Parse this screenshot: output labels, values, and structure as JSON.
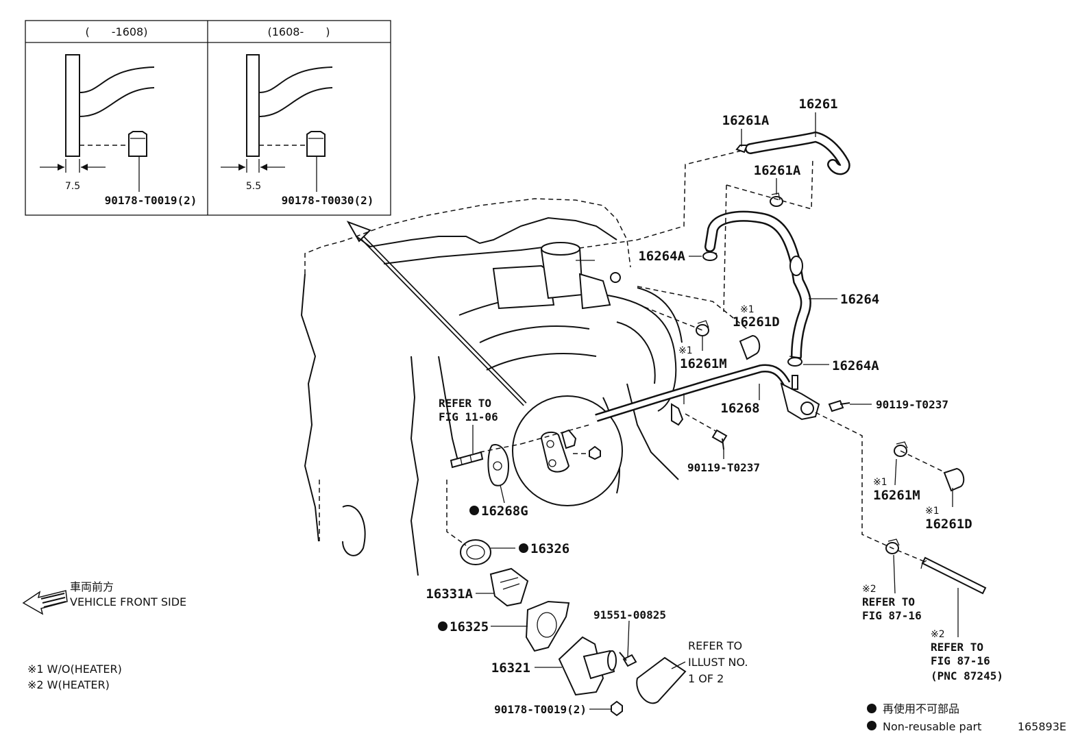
{
  "inset": {
    "left_header": "(　　-1608)",
    "right_header": "(1608-　　)",
    "left_dim": "7.5",
    "right_dim": "5.5",
    "left_part": "90178-T0019(2)",
    "right_part": "90178-T0030(2)"
  },
  "parts": {
    "p16261": "16261",
    "p16261A_top": "16261A",
    "p16261A_mid": "16261A",
    "p16264A_top": "16264A",
    "p16264": "16264",
    "p16261D_upper": "16261D",
    "p16261M_upper": "16261M",
    "p16264A_low": "16264A",
    "p16268": "16268",
    "p90119_right": "90119-T0237",
    "p90119_mid": "90119-T0237",
    "p16268G": "16268G",
    "p16326": "16326",
    "p16331A": "16331A",
    "p16325": "16325",
    "p16321": "16321",
    "p91551": "91551-00825",
    "p90178_bottom": "90178-T0019(2)",
    "p16261M_lower": "16261M",
    "p16261D_lower": "16261D"
  },
  "marks": {
    "m1_a": "※1",
    "m1_b": "※1",
    "m1_c": "※1",
    "m1_d": "※1",
    "m2_a": "※2",
    "m2_b": "※2"
  },
  "refs": {
    "fig1106_l1": "REFER TO",
    "fig1106_l2": "FIG 11-06",
    "fig8716a_l1": "REFER TO",
    "fig8716a_l2": "FIG 87-16",
    "fig8716b_l1": "REFER TO",
    "fig8716b_l2": "FIG 87-16",
    "fig8716b_l3": "(PNC 87245)",
    "illust_l1": "REFER TO",
    "illust_l2": "ILLUST NO.",
    "illust_l3": "1 OF 2"
  },
  "direction": {
    "jp": "車両前方",
    "en": "VEHICLE FRONT SIDE"
  },
  "footnotes": {
    "n1": "※1 W/O(HEATER)",
    "n2": "※2 W(HEATER)"
  },
  "legend": {
    "jp": "再使用不可部品",
    "en": "Non-reusable part"
  },
  "illustration_id": "165893E"
}
